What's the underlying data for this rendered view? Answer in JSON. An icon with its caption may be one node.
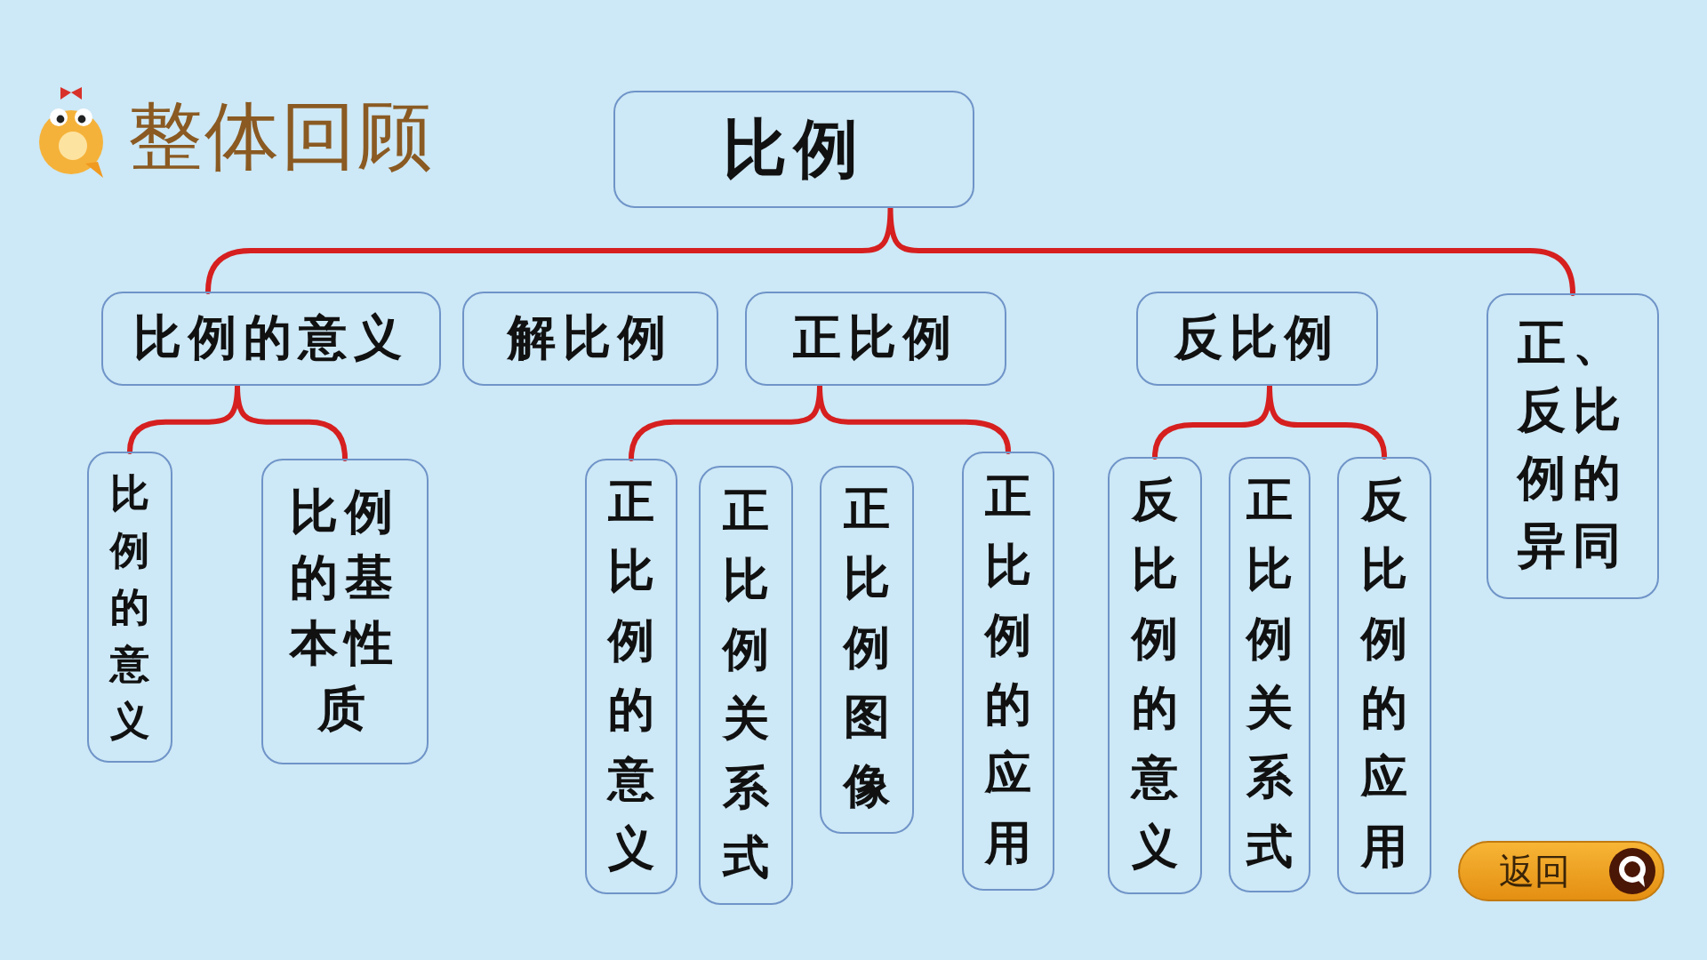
{
  "diagram": {
    "title": "整体回顾",
    "nodes": [
      {
        "text": [
          "比例"
        ]
      },
      {
        "text": [
          "比例的意义"
        ]
      },
      {
        "text": [
          "解比例"
        ]
      },
      {
        "text": [
          "正比例"
        ]
      },
      {
        "text": [
          "反比例"
        ]
      },
      {
        "text": [
          "正、反比例的异同"
        ]
      },
      {
        "text": [
          "比例的意义"
        ]
      },
      {
        "text": [
          "比例的基本性质"
        ]
      },
      {
        "text": [
          "正比例的意义"
        ]
      },
      {
        "text": [
          "正比例关系式"
        ]
      },
      {
        "text": [
          "正比例图像"
        ]
      },
      {
        "text": [
          "正比例的应用"
        ]
      },
      {
        "text": [
          "反比例的意义"
        ]
      },
      {
        "text": [
          "正比例关系式"
        ]
      },
      {
        "text": [
          "反比例的应用"
        ]
      }
    ],
    "edges": [
      {
        "from": 0,
        "to": 1,
        "arrow": "none"
      },
      {
        "from": 0,
        "to": 5,
        "arrow": "none"
      },
      {
        "from": 1,
        "to": 6,
        "arrow": "none"
      },
      {
        "from": 1,
        "to": 7,
        "arrow": "none"
      },
      {
        "from": 3,
        "to": 8,
        "arrow": "none"
      },
      {
        "from": 3,
        "to": 11,
        "arrow": "none"
      },
      {
        "from": 4,
        "to": 12,
        "arrow": "none"
      },
      {
        "from": 4,
        "to": 14,
        "arrow": "none"
      }
    ],
    "labels": [
      "返回"
    ]
  }
}
